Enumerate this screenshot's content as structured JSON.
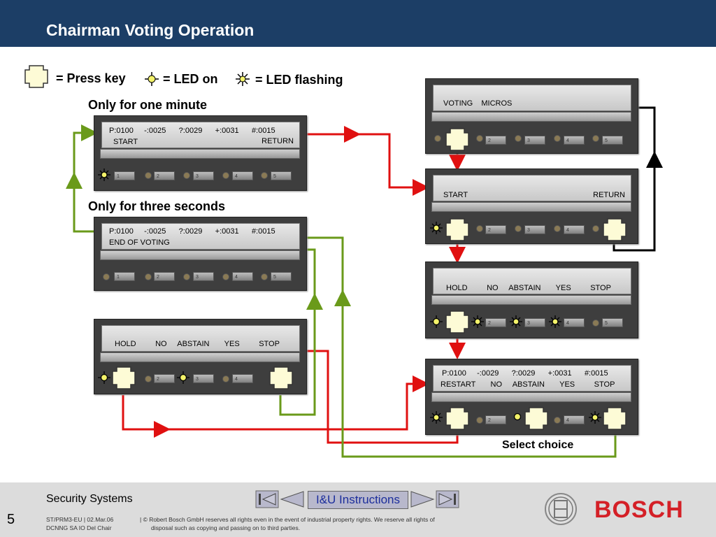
{
  "header": {
    "title": "Chairman Voting Operation"
  },
  "legend": {
    "press_key": "= Press key",
    "led_on": "= LED on",
    "led_flashing": "= LED flashing"
  },
  "labels": {
    "one_minute": "Only for one minute",
    "three_seconds": "Only for three seconds",
    "select_choice": "Select choice"
  },
  "panels": {
    "start_left": {
      "line1": "P:0100     -:0025      ?:0029      +:0031      #:0015",
      "line2_left": "START",
      "line2_right": "RETURN"
    },
    "end_voting": {
      "line1": "P:0100     -:0025      ?:0029      +:0031      #:0015",
      "line2": "END OF VOTING"
    },
    "choice_left": {
      "line1": "HOLD         NO     ABSTAIN       YES         STOP"
    },
    "voting_micros": {
      "line1": "VOTING    MICROS"
    },
    "start_right": {
      "line1_left": "START",
      "line1_right": "RETURN"
    },
    "choice_right": {
      "line1": "HOLD         NO     ABSTAIN       YES         STOP"
    },
    "restart": {
      "line1": "P:0100     -:0029      ?:0029      +:0031      #:0015",
      "line2": "RESTART       NO     ABSTAIN       YES         STOP"
    }
  },
  "footer": {
    "section": "Security Systems",
    "page_number": "5",
    "nav_label": "I&U Instructions",
    "doc_line1": "ST/PRM3-EU  |  02.Mar.06",
    "doc_line2": "DCNNG SA IO Del Chair",
    "copyright_line1": "|  © Robert Bosch GmbH reserves all rights even in the event of industrial property rights. We reserve all rights of",
    "copyright_line2": "disposal such as copying and passing on to third parties.",
    "brand": "BOSCH"
  },
  "colors": {
    "header": "#1c3e66",
    "arrow_red": "#e01010",
    "arrow_green": "#6a9a1a",
    "arrow_black": "#000000",
    "brand_red": "#d42027"
  }
}
